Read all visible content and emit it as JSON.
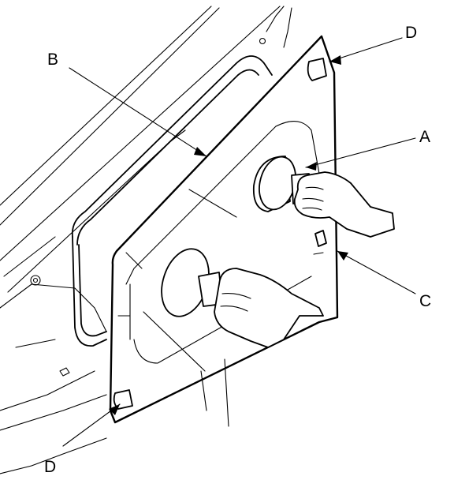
{
  "diagram": {
    "callouts": {
      "A": "A",
      "B": "B",
      "C": "C",
      "D_top": "D",
      "D_bottom": "D"
    },
    "colors": {
      "line": "#000000",
      "background": "#ffffff"
    }
  }
}
